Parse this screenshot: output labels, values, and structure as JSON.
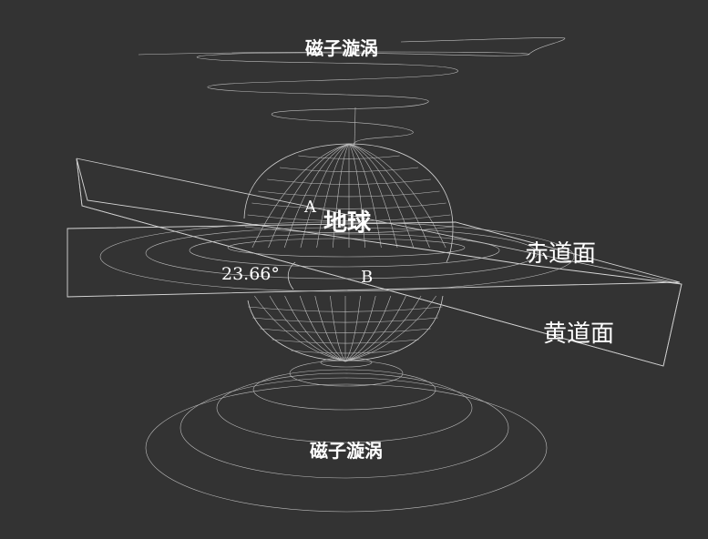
{
  "labels": {
    "vortex_top": "磁子漩涡",
    "vortex_bottom": "磁子漩涡",
    "earth": "地球",
    "point_a": "A",
    "point_b": "B",
    "angle": "23.66°",
    "equator_plane": "赤道面",
    "ecliptic_plane": "黄道面"
  },
  "colors": {
    "background": "#333333",
    "line": "#cfcfcf",
    "text": "#ffffff"
  }
}
